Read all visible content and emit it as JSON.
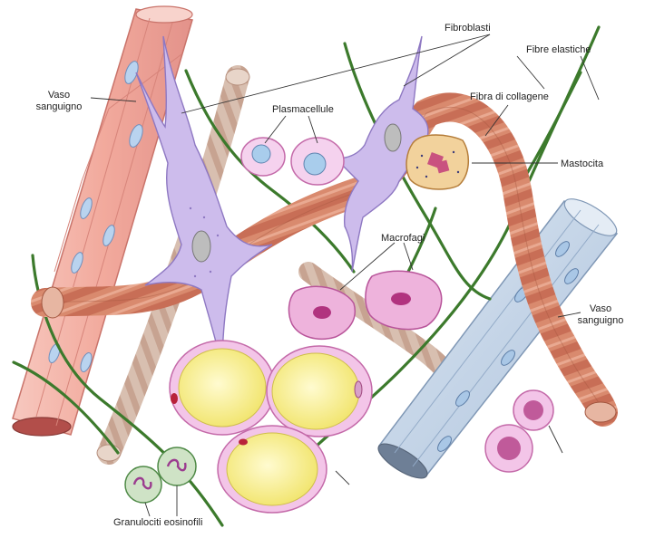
{
  "labels": {
    "fibroblasti": "Fibroblasti",
    "fibre_elastiche": "Fibre elastiche",
    "vaso_sanguigno_left_1": "Vaso",
    "vaso_sanguigno_left_2": "sanguigno",
    "plasmacellule": "Plasmacellule",
    "fibra_di_collagene": "Fibra di collagene",
    "mastocita": "Mastocita",
    "macrofagi": "Macrofagi",
    "vaso_sanguigno_right_1": "Vaso",
    "vaso_sanguigno_right_2": "sanguigno",
    "granulociti_eosinofili": "Granulociti eosinofili"
  },
  "colors": {
    "artery_fill": "#f4b3a8",
    "artery_stroke": "#d27a70",
    "vein_fill": "#c9d9ea",
    "vein_stroke": "#7f97b5",
    "collagen_fill": "#d98a6e",
    "collagen_band": "#b9c8cf",
    "elastic_fiber": "#3c7a2c",
    "fibroblast": "#c9b8e8",
    "adipocyte_fill": "#f7ef8f",
    "adipocyte_rim": "#e79ad4",
    "macrophage": "#eeb3dc",
    "mastocyte": "#f2d29c",
    "eosinophil": "#cfe3c6"
  }
}
